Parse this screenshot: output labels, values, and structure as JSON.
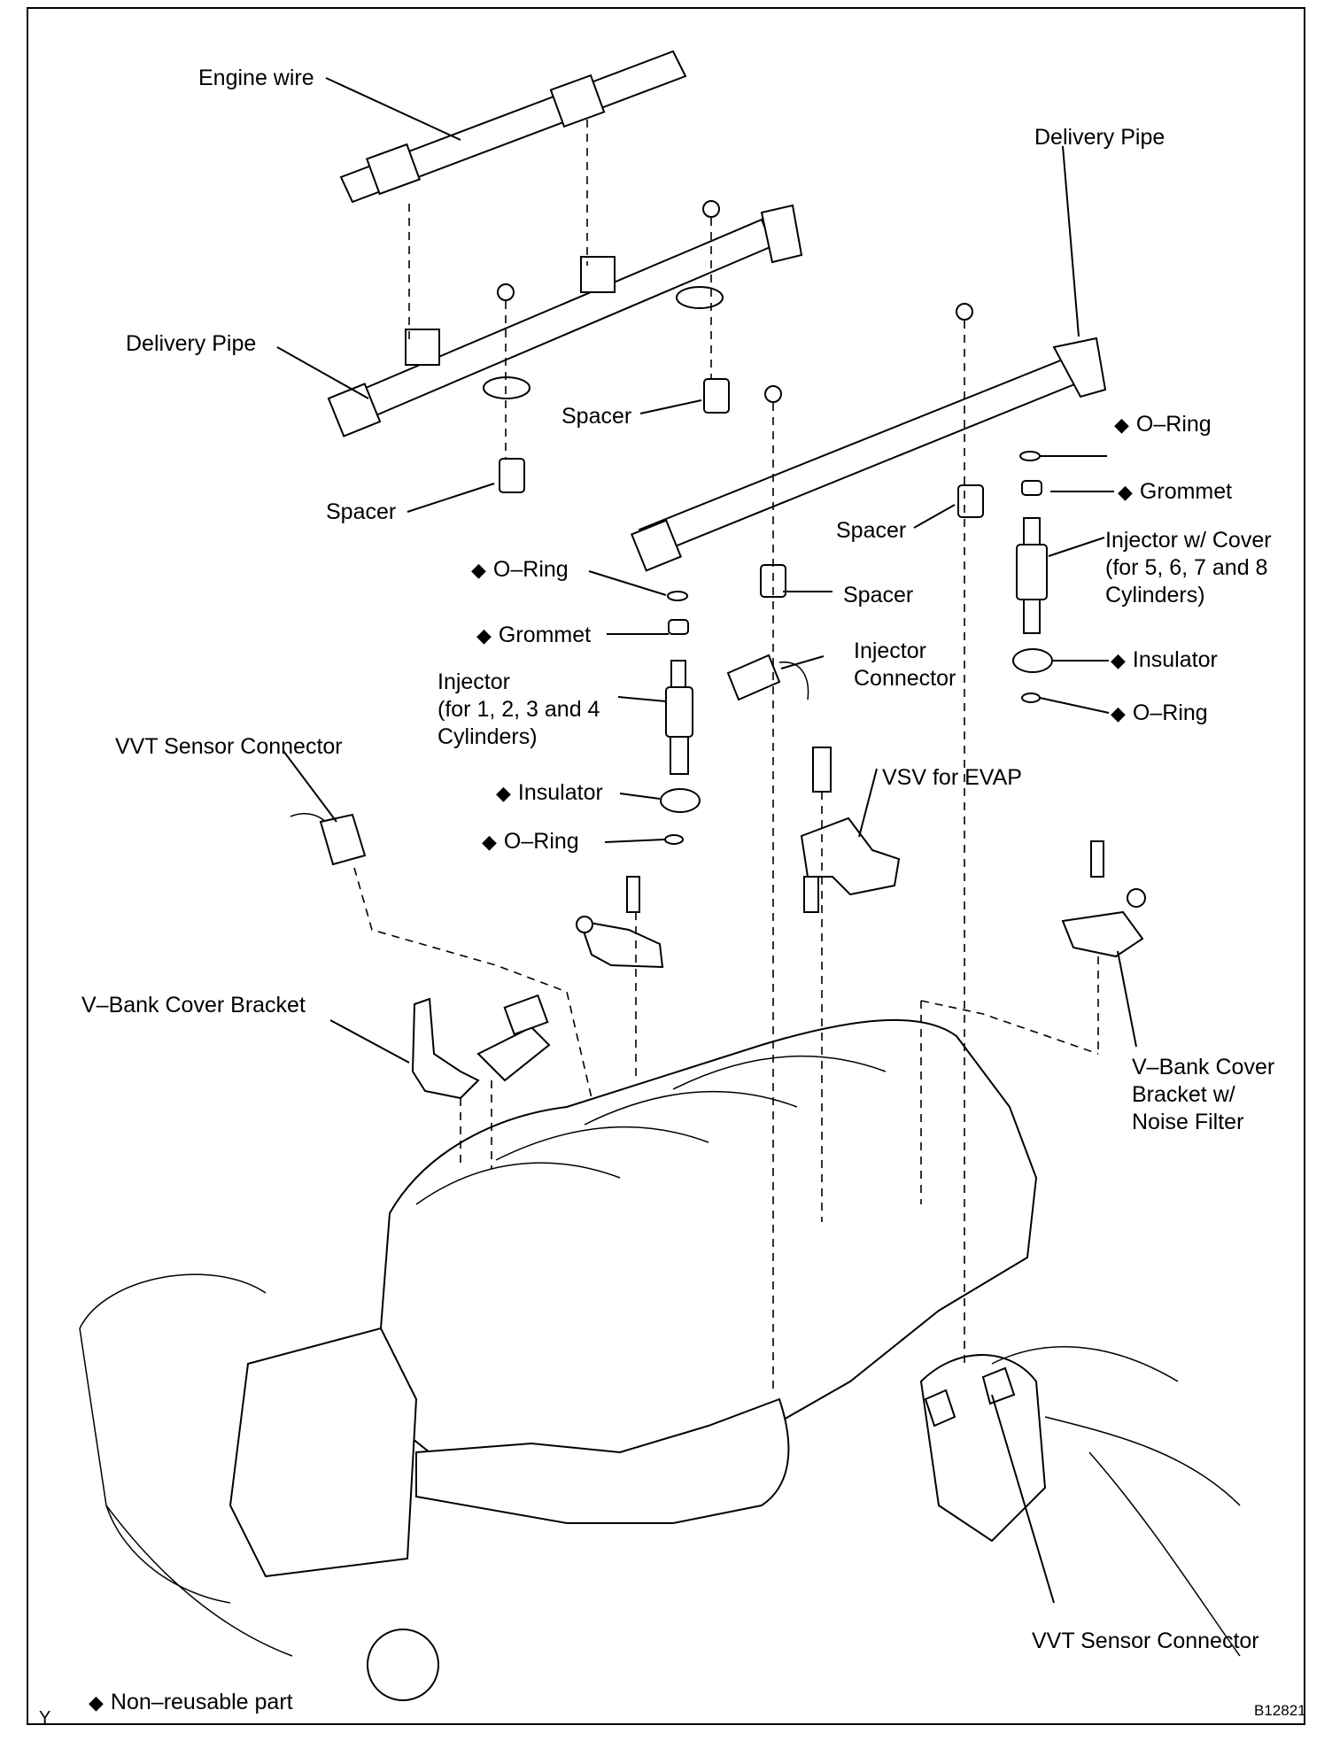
{
  "figure": {
    "code": "B12821",
    "corner_mark": "Y",
    "diamond": "◆",
    "legend": "Non–reusable part"
  },
  "labels": {
    "engine_wire": "Engine wire",
    "delivery_pipe_left": "Delivery Pipe",
    "delivery_pipe_right": "Delivery Pipe",
    "spacer_1": "Spacer",
    "spacer_2": "Spacer",
    "spacer_3": "Spacer",
    "spacer_4": "Spacer",
    "oring_left_top": "O–Ring",
    "grommet_left": "Grommet",
    "injector_left": "Injector\n(for 1, 2, 3 and 4\nCylinders)",
    "insulator_left": "Insulator",
    "oring_left_bottom": "O–Ring",
    "injector_connector": "Injector\nConnector",
    "oring_right_top": "O–Ring",
    "grommet_right": "Grommet",
    "injector_right": "Injector w/ Cover\n(for 5, 6, 7 and 8\nCylinders)",
    "insulator_right": "Insulator",
    "oring_right_bottom": "O–Ring",
    "vvt_sensor_connector_left": "VVT Sensor Connector",
    "vsv_evap": "VSV for EVAP",
    "vbank_cover_bracket": "V–Bank Cover Bracket",
    "vbank_cover_bracket_noise": "V–Bank Cover\nBracket w/\nNoise Filter",
    "vvt_sensor_connector_bottom": "VVT Sensor Connector"
  }
}
